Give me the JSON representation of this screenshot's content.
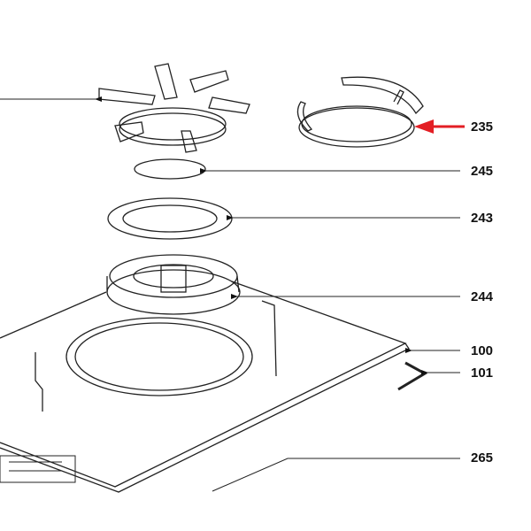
{
  "diagram": {
    "highlight_color": "#e31e24",
    "highlighted_part": "235",
    "parts": [
      {
        "id": "235",
        "label": "235"
      },
      {
        "id": "245",
        "label": "245"
      },
      {
        "id": "243",
        "label": "243"
      },
      {
        "id": "244",
        "label": "244"
      },
      {
        "id": "100",
        "label": "100"
      },
      {
        "id": "101",
        "label": "101"
      },
      {
        "id": "265",
        "label": "265"
      }
    ]
  }
}
